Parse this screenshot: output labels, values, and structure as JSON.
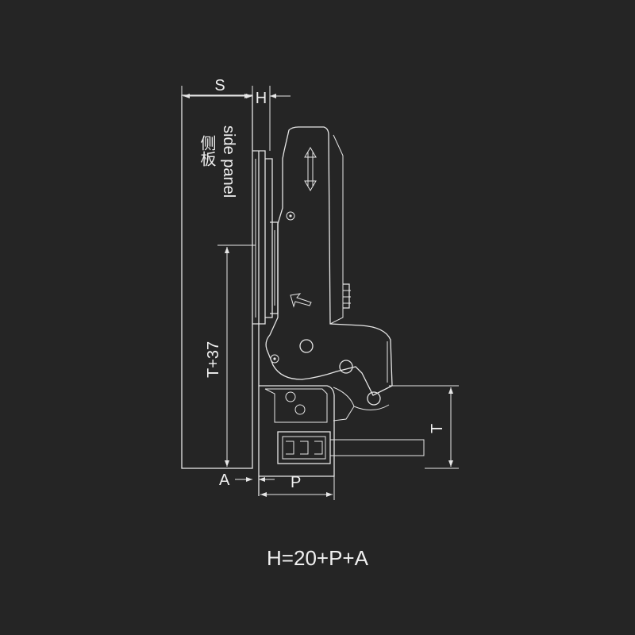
{
  "labels": {
    "S": "S",
    "H": "H",
    "side_panel_cn": "侧板",
    "side_panel_en": "side panel",
    "T37": "T+37",
    "T": "T",
    "A": "A",
    "P": "P"
  },
  "formula": "H=20+P+A",
  "colors": {
    "background": "#252525",
    "line": "#e6e6e6"
  }
}
